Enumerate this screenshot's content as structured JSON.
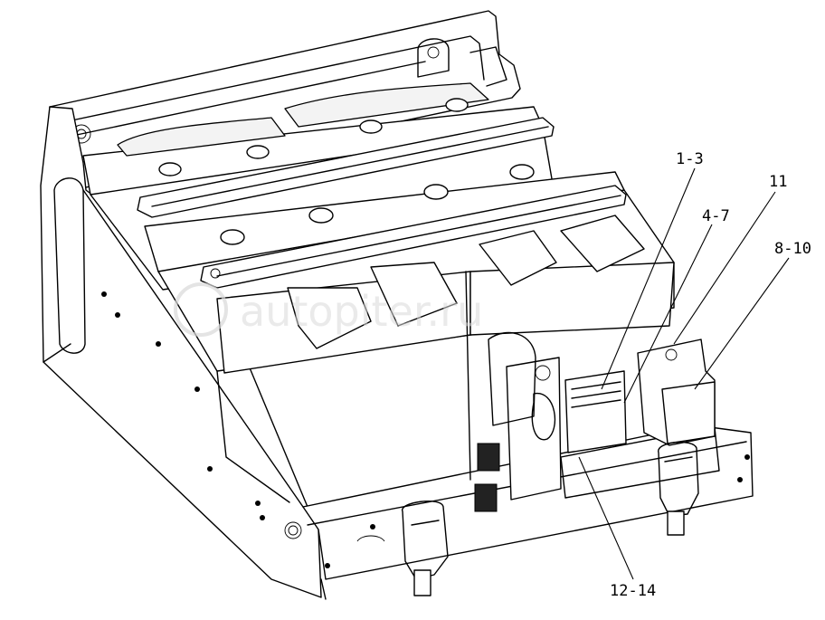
{
  "diagram": {
    "callouts": [
      {
        "id": "c1",
        "label": "1-3"
      },
      {
        "id": "c2",
        "label": "11"
      },
      {
        "id": "c3",
        "label": "4-7"
      },
      {
        "id": "c4",
        "label": "8-10"
      },
      {
        "id": "c5",
        "label": "12-14"
      }
    ],
    "watermark": "autopiter.ru"
  }
}
